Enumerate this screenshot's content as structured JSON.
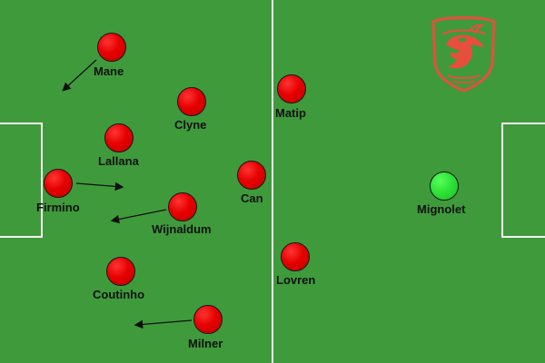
{
  "players": {
    "mane": "Mane",
    "clyne": "Clyne",
    "lallana": "Lallana",
    "firmino": "Firmino",
    "wijnaldum": "Wijnaldum",
    "coutinho": "Coutinho",
    "milner": "Milner",
    "matip": "Matip",
    "can": "Can",
    "lovren": "Lovren",
    "mignolet": "Mignolet"
  },
  "colors": {
    "pitch": "#3f9a3c",
    "lines": "#f3f5ef",
    "outfield": "#e60000",
    "goalkeeper": "#2fe438",
    "crest": "#e84e3c"
  },
  "icons": {
    "crest": "liverbird-crest-icon",
    "movement": "movement-arrow-icon"
  }
}
